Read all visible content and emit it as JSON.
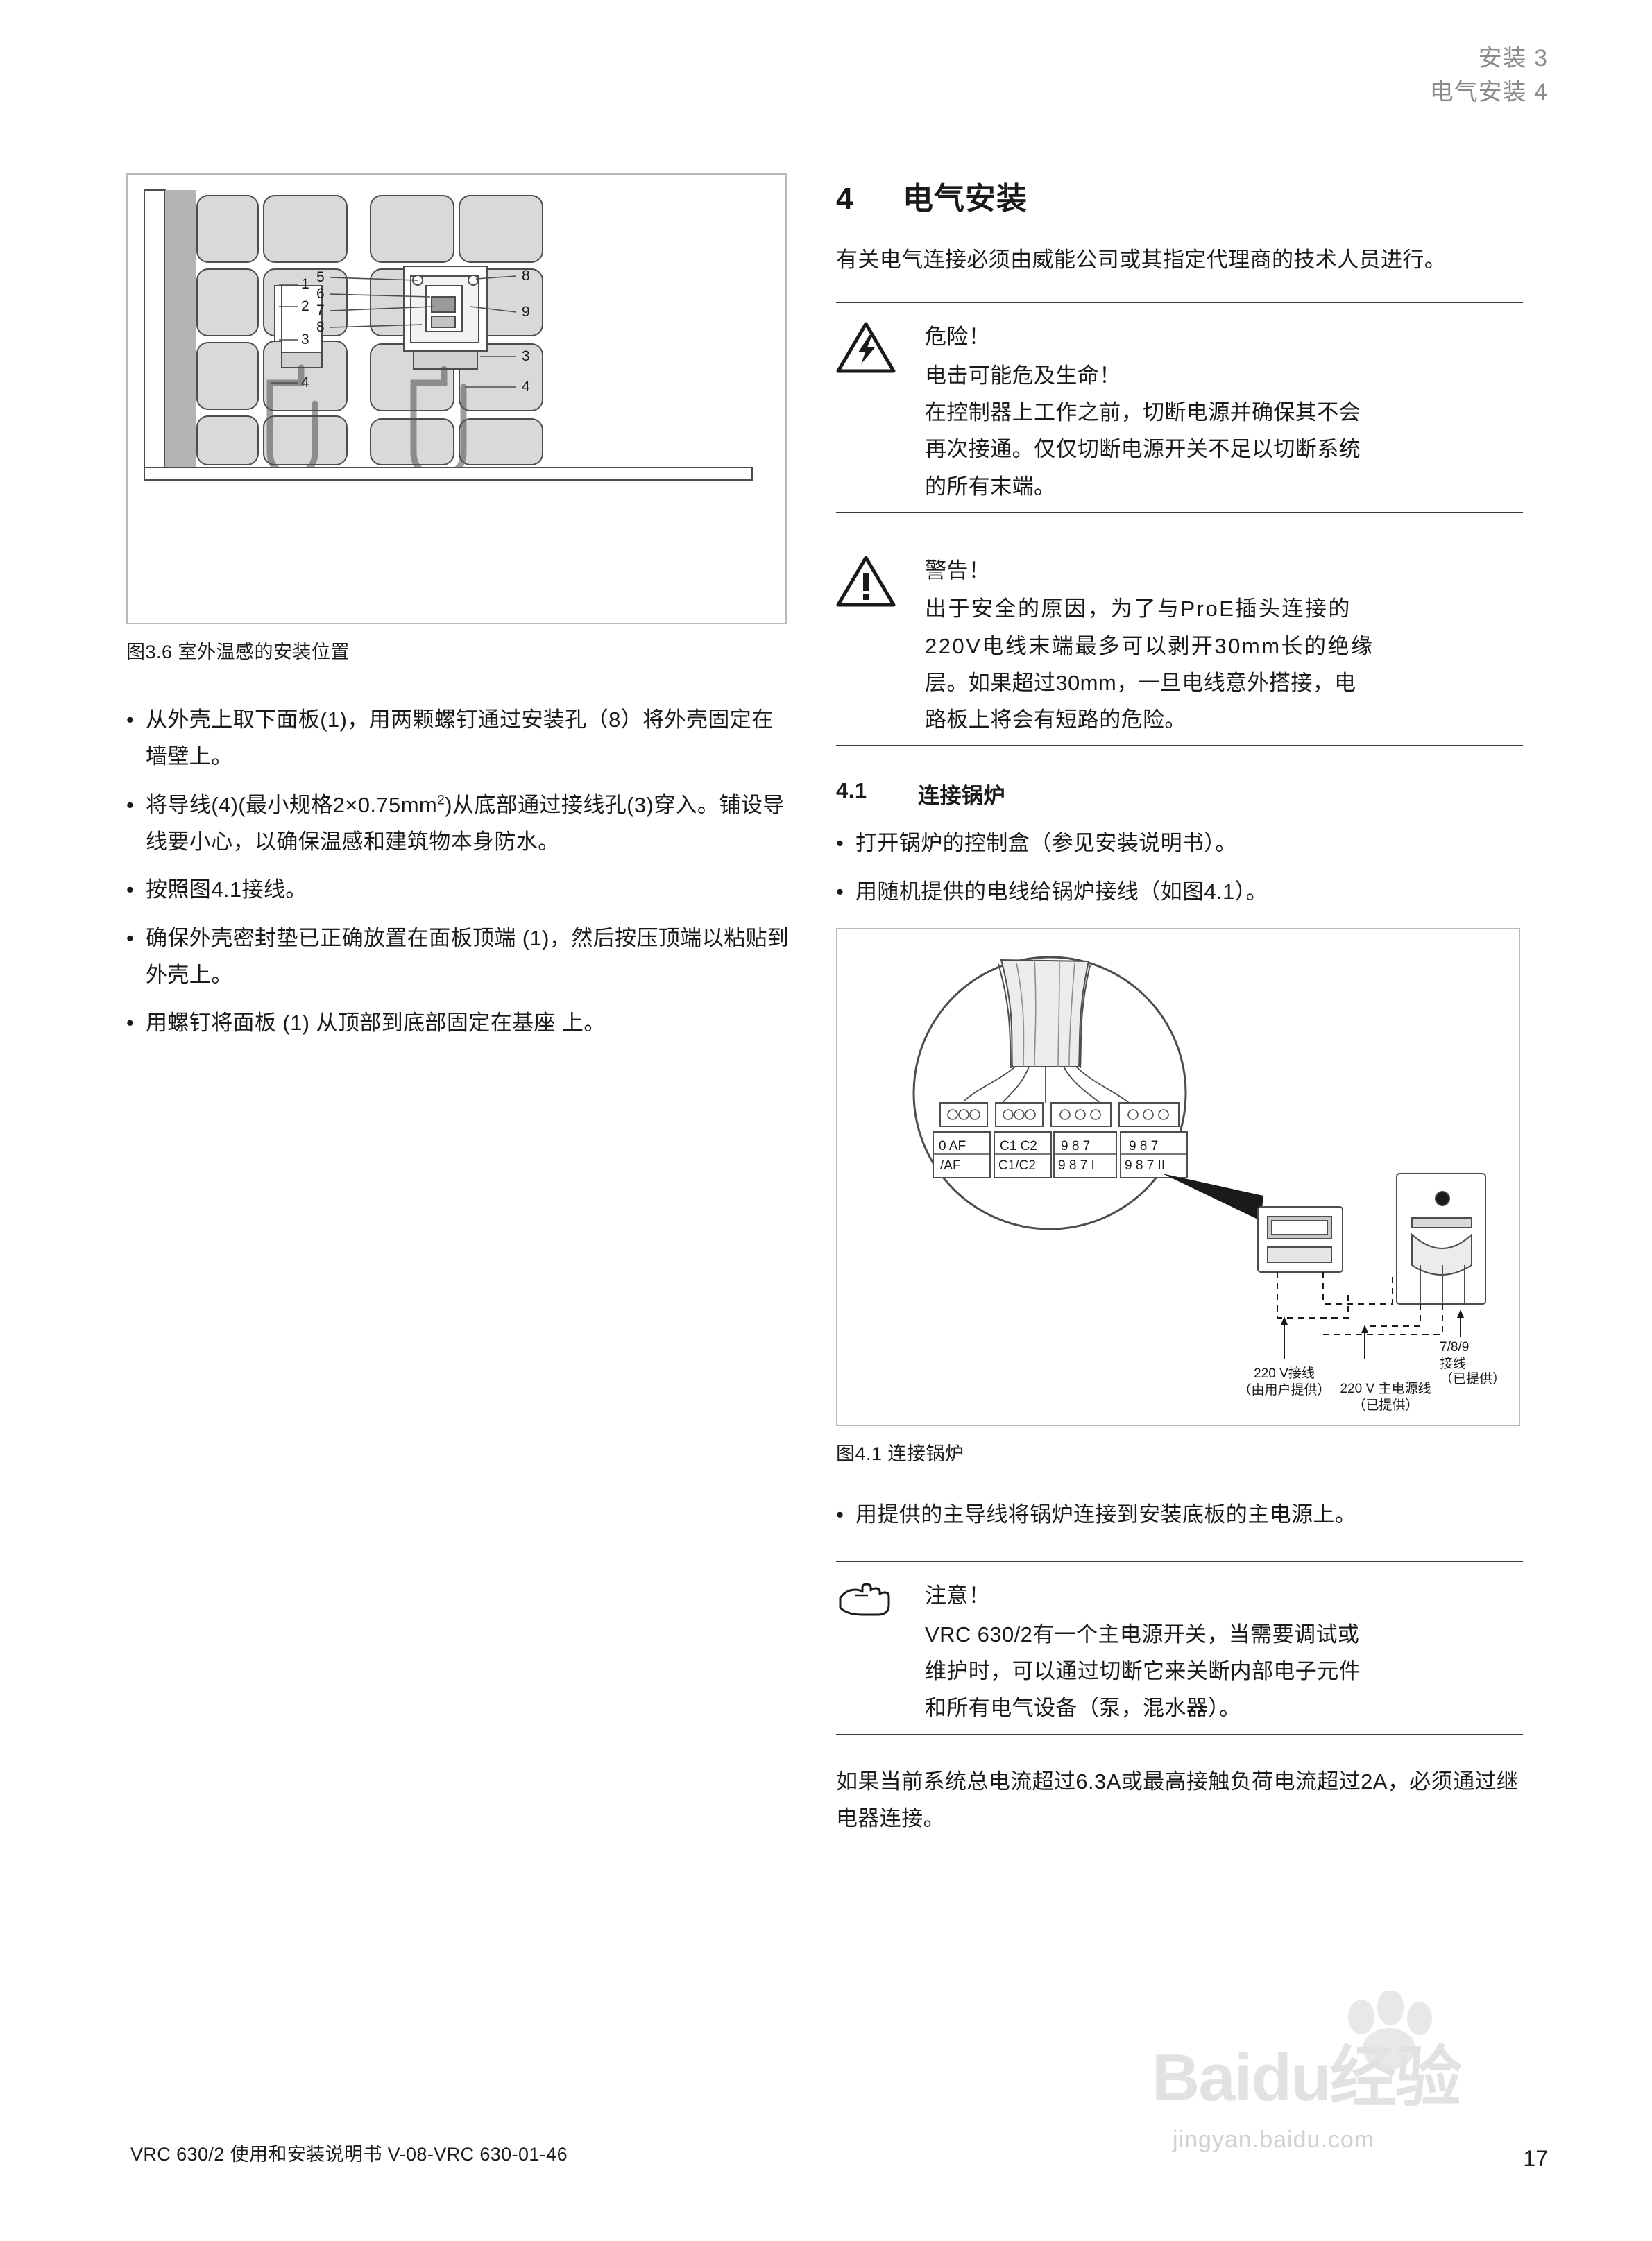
{
  "header": {
    "line1": "安装 3",
    "line2": "电气安装 4"
  },
  "figure36": {
    "caption": "图3.6 室外温感的安装位置",
    "callouts": [
      "1",
      "2",
      "3",
      "4",
      "5",
      "6",
      "7",
      "8",
      "8",
      "9",
      "3",
      "4"
    ]
  },
  "left_bullets": [
    "从外壳上取下面板(1)，用两颗螺钉通过安装孔（8）将外壳固定在墙壁上。",
    "将导线(4)(最小规格2×0.75mm2)从底部通过接线孔(3)穿入。铺设导线要小心，以确保温感和建筑物本身防水。",
    "按照图4.1接线。",
    "确保外壳密封垫已正确放置在面板顶端 (1)，然后按压顶端以粘贴到外壳上。",
    "用螺钉将面板 (1) 从顶部到底部固定在基座 上。"
  ],
  "section": {
    "number": "4",
    "title": "电气安装",
    "intro": "有关电气连接必须由威能公司或其指定代理商的技术人员进行。"
  },
  "danger": {
    "icon": "lightning-warning-icon",
    "title": "危险！",
    "lines": [
      "电击可能危及生命！",
      "在控制器上工作之前，切断电源并确保其不会",
      "再次接通。仅仅切断电源开关不足以切断系统",
      "的所有末端。"
    ]
  },
  "warning": {
    "icon": "exclamation-warning-icon",
    "title": "警告！",
    "lines": [
      "出于安全的原因，为了与ProE插头连接的",
      "220V电线末端最多可以剥开30mm长的绝缘",
      "层。如果超过30mm，一旦电线意外搭接，电",
      "路板上将会有短路的危险。"
    ]
  },
  "subsection": {
    "number": "4.1",
    "title": "连接锅炉",
    "bullets": [
      "打开锅炉的控制盒（参见安装说明书）。",
      "用随机提供的电线给锅炉接线（如图4.1）。"
    ]
  },
  "figure41": {
    "caption": "图4.1 连接锅炉",
    "terminal_labels_row1": [
      "0  AF",
      "C1 C2",
      "9 8 7",
      "9 8 7"
    ],
    "terminal_labels_row2": [
      "/AF",
      "C1/C2",
      "9 8 7 I",
      "9 8 7 II"
    ],
    "annotations": [
      {
        "id": "ann-220v-user",
        "line1": "220 V接线",
        "line2": "（由用户提供）"
      },
      {
        "id": "ann-220v-main",
        "line1": "220 V 主电源线",
        "line2": "（已提供）"
      },
      {
        "id": "ann-789",
        "line1": "7/8/9",
        "line2": "接线",
        "line3": "（已提供）"
      }
    ]
  },
  "after_fig_bullet": "用提供的主导线将锅炉连接到安装底板的主电源上。",
  "notice": {
    "icon": "pointing-hand-icon",
    "title": "注意！",
    "lines": [
      "VRC 630/2有一个主电源开关，当需要调试或",
      "维护时，可以通过切断它来关断内部电子元件",
      "和所有电气设备（泵，混水器）。"
    ]
  },
  "tail_paragraph": "如果当前系统总电流超过6.3A或最高接触负荷电流超过2A，必须通过继电器连接。",
  "footer": {
    "left": "VRC 630/2 使用和安装说明书 V-08-VRC 630-01-46",
    "page": "17"
  },
  "watermark": {
    "text": "Baidu经验",
    "sub": "jingyan.baidu.com"
  },
  "colors": {
    "header_gray": "#8a8a8a",
    "rule": "#3a3a3a",
    "figure_border": "#b9b9b9",
    "diagram_fill": "#d9d9d9",
    "diagram_stroke": "#4d4d4d"
  }
}
